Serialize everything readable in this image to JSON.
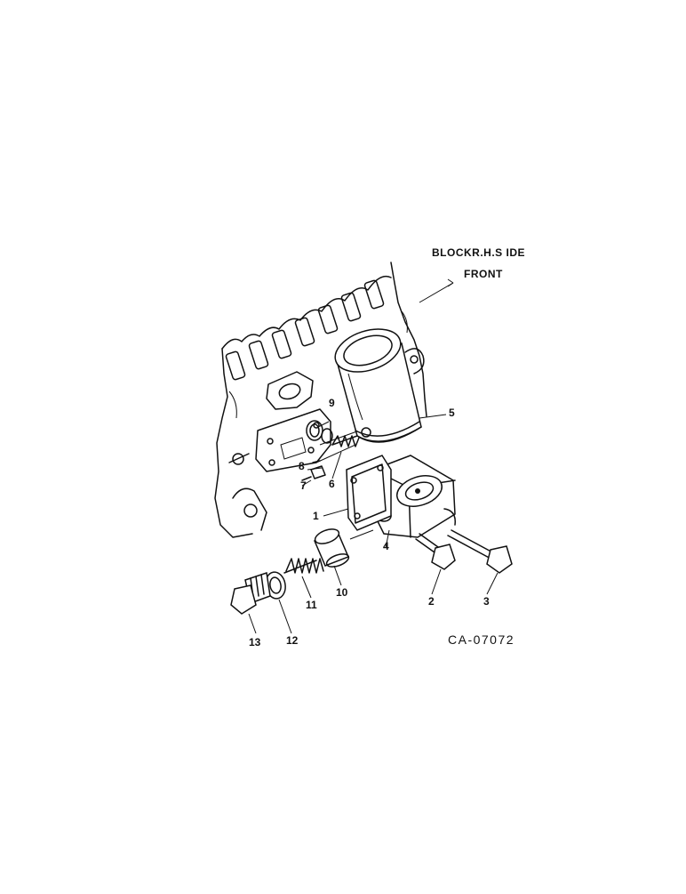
{
  "diagram": {
    "header_line1": "BLOCKR.H.S IDE",
    "header_line2": "FRONT",
    "reference_code": "CA-07072",
    "callouts": [
      "1",
      "2",
      "3",
      "4",
      "5",
      "6",
      "7",
      "8",
      "9",
      "10",
      "11",
      "12",
      "13"
    ]
  }
}
